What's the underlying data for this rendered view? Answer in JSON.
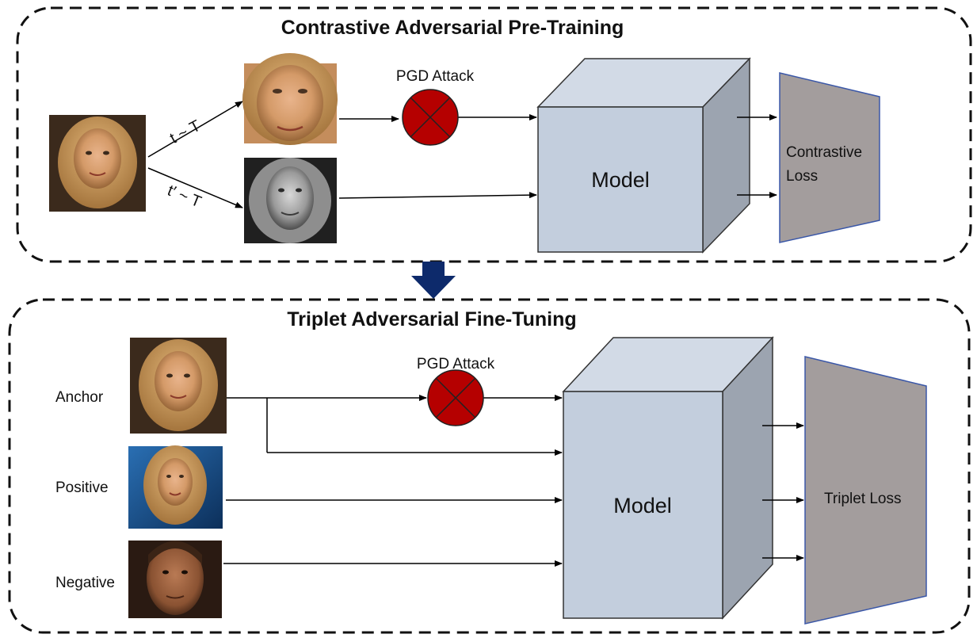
{
  "top_panel": {
    "title": "Contrastive Adversarial Pre-Training",
    "transform_1": "t ~ T",
    "transform_2": "t′ ~ T",
    "attack_label": "PGD Attack",
    "model_label": "Model",
    "loss_line1": "Contrastive",
    "loss_line2": "Loss"
  },
  "bottom_panel": {
    "title": "Triplet Adversarial Fine-Tuning",
    "anchor_label": "Anchor",
    "positive_label": "Positive",
    "negative_label": "Negative",
    "attack_label": "PGD Attack",
    "model_label": "Model",
    "loss_label": "Triplet Loss"
  },
  "colors": {
    "attack_red": "#b50000",
    "model_front": "#c3cedd",
    "model_top": "#d2dae6",
    "model_side": "#9ca4b0",
    "loss_fill": "#a39d9d",
    "loss_stroke": "#3a57a8",
    "down_arrow": "#0d2a6b"
  },
  "icons": {
    "attack": "circled-x-icon",
    "transition": "down-arrow-icon"
  }
}
